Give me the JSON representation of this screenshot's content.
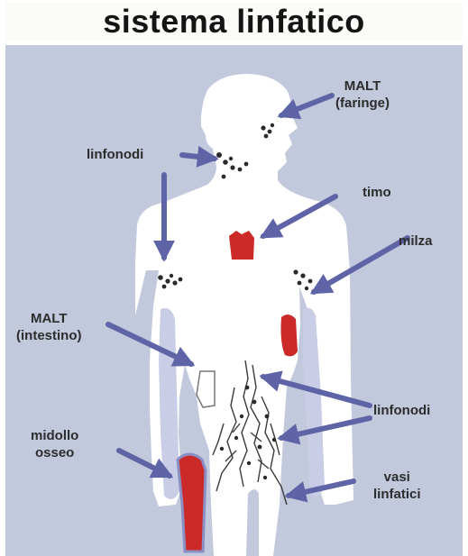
{
  "title": "sistema linfatico",
  "labels": {
    "malt_faringe": [
      "MALT",
      "(faringe)"
    ],
    "linfonodi_neck": [
      "linfonodi"
    ],
    "timo": [
      "timo"
    ],
    "milza": [
      "milza"
    ],
    "malt_intestino": [
      "MALT",
      "(intestino)"
    ],
    "linfonodi_abdomen": [
      "linfonodi"
    ],
    "midollo_osseo": [
      "midollo",
      "osseo"
    ],
    "vasi_linfatici": [
      "vasi",
      "linfatici"
    ]
  },
  "colors": {
    "background": "#c2c9dc",
    "body": "#ffffff",
    "arrow": "#5e64a6",
    "organ": "#cc2a28",
    "limb_vessel": "#c9cde6",
    "text": "#2c2c2c"
  }
}
